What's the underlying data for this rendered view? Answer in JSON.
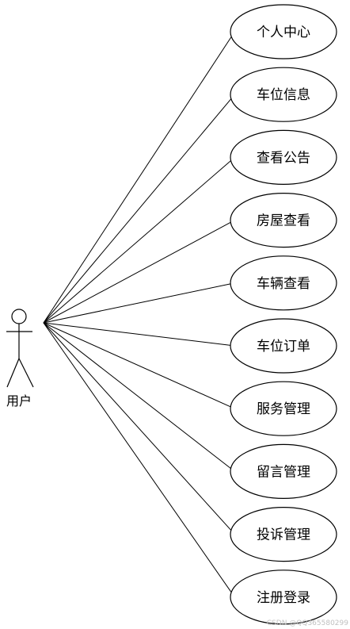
{
  "actor": {
    "label": "用户"
  },
  "use_cases": [
    {
      "label": "个人中心"
    },
    {
      "label": "车位信息"
    },
    {
      "label": "查看公告"
    },
    {
      "label": "房屋查看"
    },
    {
      "label": "车辆查看"
    },
    {
      "label": "车位订单"
    },
    {
      "label": "服务管理"
    },
    {
      "label": "留言管理"
    },
    {
      "label": "投诉管理"
    },
    {
      "label": "注册登录"
    }
  ],
  "watermark": "CSDN @QQ365580299",
  "colors": {
    "stroke": "#000000",
    "background": "#ffffff"
  }
}
